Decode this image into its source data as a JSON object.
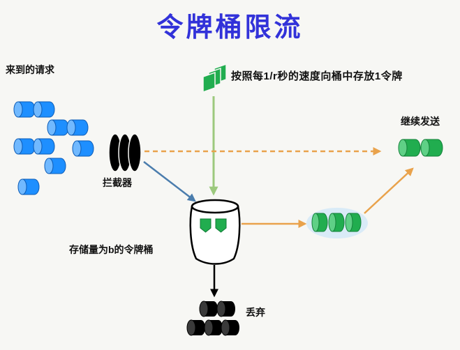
{
  "title": "令牌桶限流",
  "labels": {
    "incoming_requests": "来到的请求",
    "token_rate": "按照每1/r秒的速度向桶中存放1令牌",
    "continue_sending": "继续发送",
    "interceptor": "拦截器",
    "bucket_capacity": "存储量为b的令牌桶",
    "discard": "丢弃"
  },
  "colors": {
    "title": "#3232d9",
    "request": "#1e8fff",
    "token": "#21ad4f",
    "flow": "#e9a24b",
    "interceptArrow": "#4b7dad",
    "tokenArrow": "#9cc97d",
    "discard": "#000000"
  }
}
